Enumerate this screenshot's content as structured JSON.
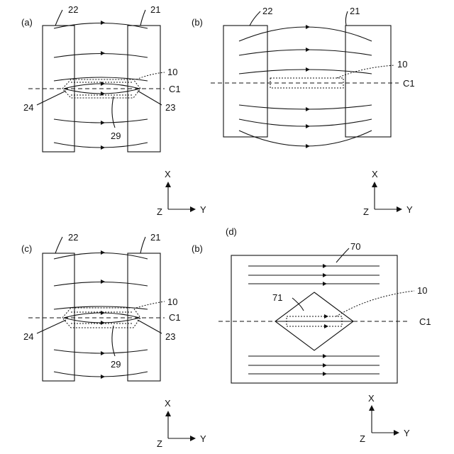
{
  "figure": {
    "panel_a": {
      "panel_label": "(a)",
      "left_magnet_label": "22",
      "right_magnet_label": "21",
      "object_label": "10",
      "axis_label": "C1",
      "left_end_label": "24",
      "right_end_label": "23",
      "inner_region_label": "29"
    },
    "panel_b_top": {
      "panel_label": "(b)",
      "left_magnet_label": "22",
      "right_magnet_label": "21",
      "object_label": "10",
      "axis_label": "C1"
    },
    "panel_c": {
      "panel_label": "(c)",
      "left_magnet_label": "22",
      "right_magnet_label": "21",
      "object_label": "10",
      "axis_label": "C1",
      "left_end_label": "24",
      "right_end_label": "23",
      "inner_region_label": "29"
    },
    "panel_b_bottom": {
      "panel_label": "(b)"
    },
    "panel_d": {
      "panel_label": "(d)",
      "block_label": "70",
      "element_label": "71",
      "object_label": "10",
      "axis_label": "C1"
    },
    "axes": {
      "x": "X",
      "y": "Y",
      "z": "Z"
    }
  }
}
